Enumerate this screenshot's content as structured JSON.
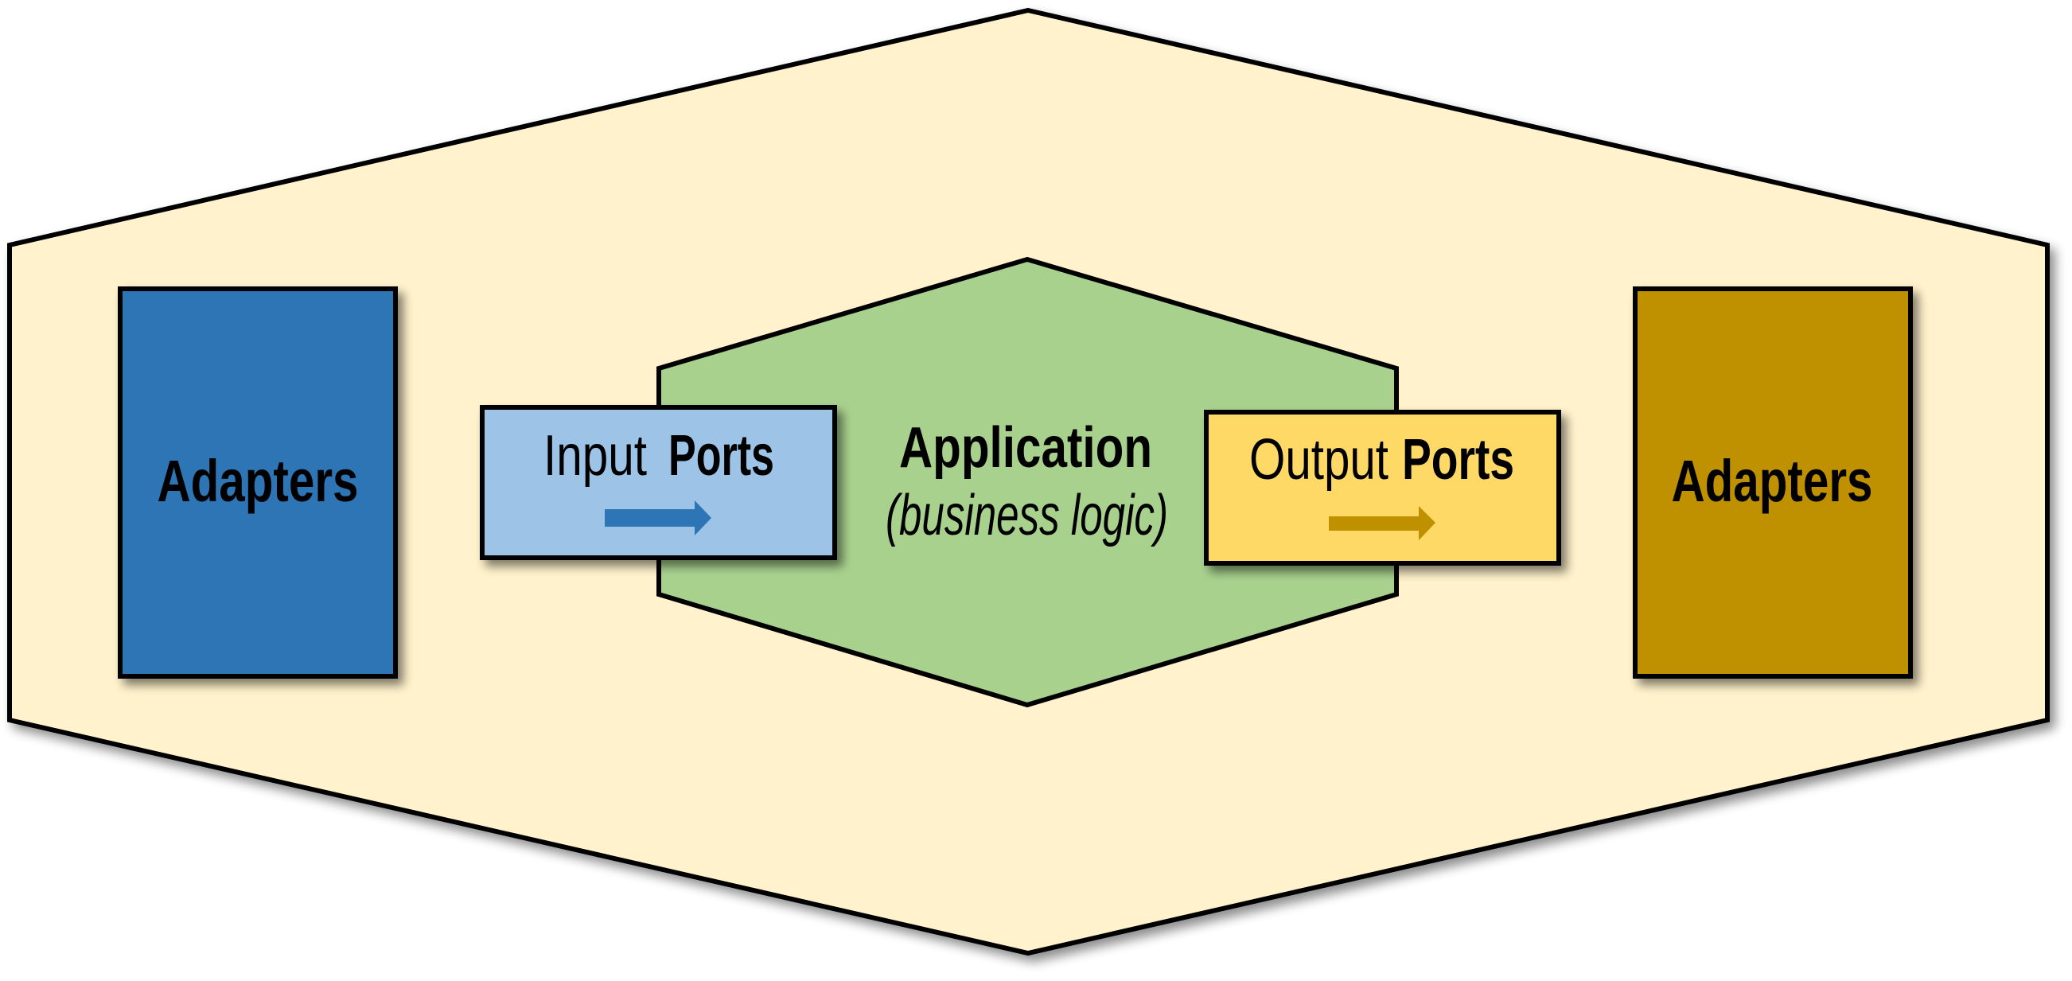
{
  "diagram": {
    "title": "Hexagonal architecture (ports and adapters)",
    "outer_hexagon": {
      "fill": "#FFF2CC",
      "stroke": "#000000"
    },
    "application_hexagon": {
      "fill": "#A9D18E",
      "stroke": "#000000",
      "title": "Application",
      "subtitle": "(business logic)"
    },
    "left_adapters": {
      "label": "Adapters",
      "fill": "#2E75B6"
    },
    "right_adapters": {
      "label": "Adapters",
      "fill": "#BF9000"
    },
    "input_ports": {
      "label_regular": "Input",
      "label_bold": "Ports",
      "fill": "#9DC3E6",
      "arrow_color": "#2E75B6",
      "arrow_direction": "right"
    },
    "output_ports": {
      "label_regular": "Output",
      "label_bold": "Ports",
      "fill": "#FFD966",
      "arrow_color": "#BF9000",
      "arrow_direction": "right"
    }
  }
}
